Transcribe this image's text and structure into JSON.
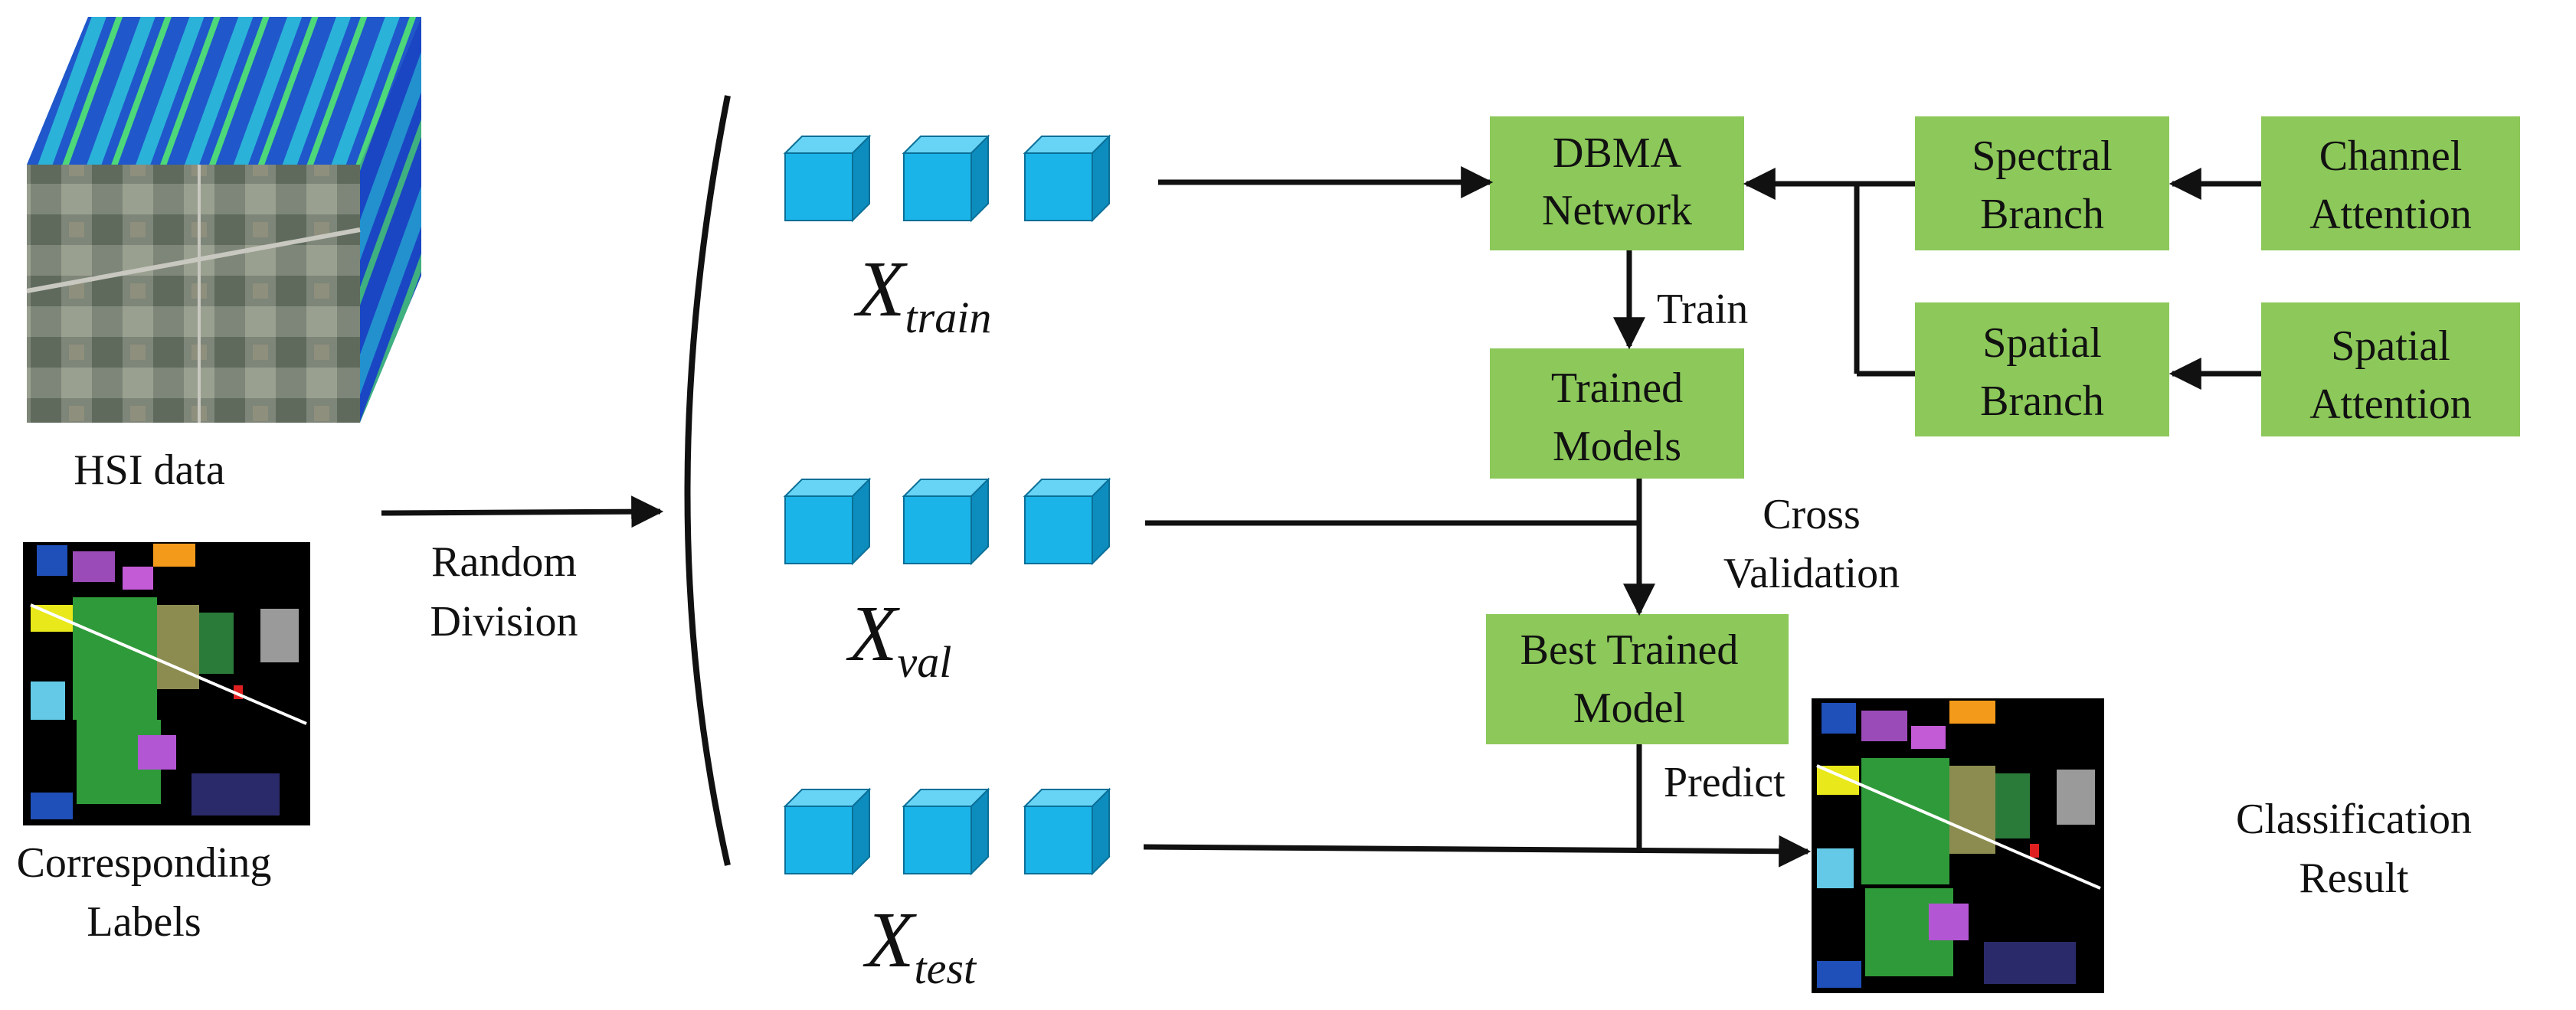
{
  "inputs": {
    "hsi_label": "HSI data",
    "labels_line1": "Corresponding",
    "labels_line2": "Labels"
  },
  "division": {
    "line1": "Random",
    "line2": "Division"
  },
  "sets": {
    "symbol": "X",
    "train_sub": "train",
    "val_sub": "val",
    "test_sub": "test"
  },
  "boxes": {
    "dbma_line1": "DBMA",
    "dbma_line2": "Network",
    "spectral_line1": "Spectral",
    "spectral_line2": "Branch",
    "channel_line1": "Channel",
    "channel_line2": "Attention",
    "spatial_branch_line1": "Spatial",
    "spatial_branch_line2": "Branch",
    "spatial_att_line1": "Spatial",
    "spatial_att_line2": "Attention",
    "trained_line1": "Trained",
    "trained_line2": "Models",
    "best_line1": "Best Trained",
    "best_line2": "Model"
  },
  "flow": {
    "train": "Train",
    "cross_line1": "Cross",
    "cross_line2": "Validation",
    "predict": "Predict"
  },
  "output": {
    "line1": "Classification",
    "line2": "Result"
  },
  "colors": {
    "box_fill": "#8cc85a",
    "cube_front": "#1ab4e8",
    "cube_top": "#67d3f5",
    "cube_side": "#0d8dbd",
    "line": "#111111",
    "map_bg": "#000000"
  }
}
